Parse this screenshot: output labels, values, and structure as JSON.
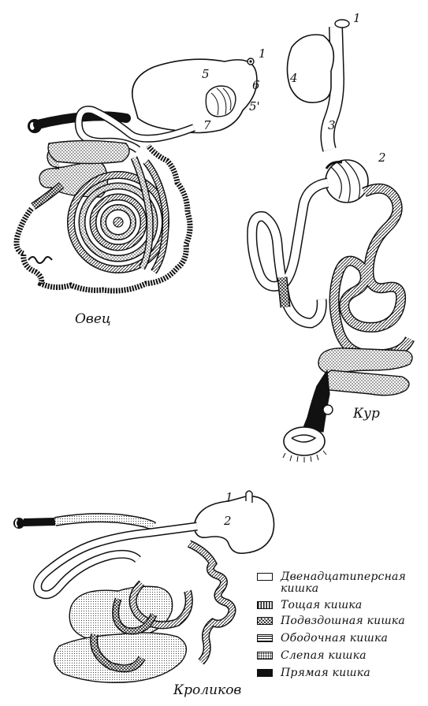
{
  "captions": {
    "sheep": "Овец",
    "chicken": "Кур",
    "rabbit": "Кроликов"
  },
  "sheep_numbers": [
    "1",
    "5",
    "6",
    "5'",
    "7"
  ],
  "chicken_numbers": [
    "1",
    "4",
    "3",
    "2"
  ],
  "rabbit_numbers": [
    "1",
    "2"
  ],
  "legend": [
    {
      "pattern": "duodenum",
      "label": "Двенадцатиперсная\n        кишка"
    },
    {
      "pattern": "jejunum",
      "label": "Тощая  кишка"
    },
    {
      "pattern": "ileum",
      "label": "Подвздошная  кишка"
    },
    {
      "pattern": "colon",
      "label": "Ободочная кишка"
    },
    {
      "pattern": "cecum",
      "label": "Слепая  кишка"
    },
    {
      "pattern": "rectum",
      "label": "Прямая кишка"
    }
  ]
}
